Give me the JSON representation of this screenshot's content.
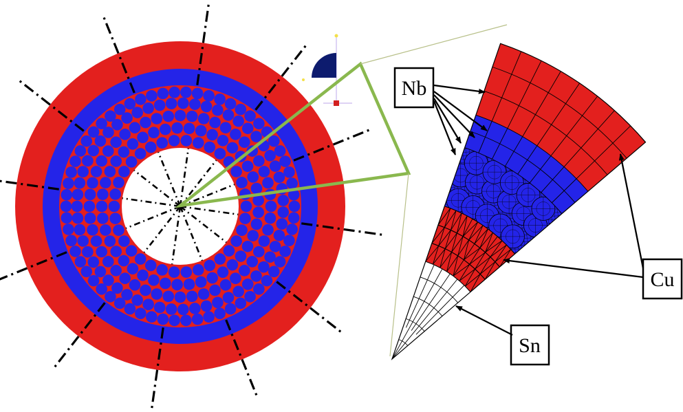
{
  "colors": {
    "copper": "#e3201e",
    "niobium": "#2424e8",
    "tin": "#ffffff",
    "mesh": "#000000",
    "callout": "#8ab84e",
    "sector_icon": "#0d1b6e"
  },
  "labels": {
    "nb": "Nb",
    "cu": "Cu",
    "sn": "Sn"
  }
}
